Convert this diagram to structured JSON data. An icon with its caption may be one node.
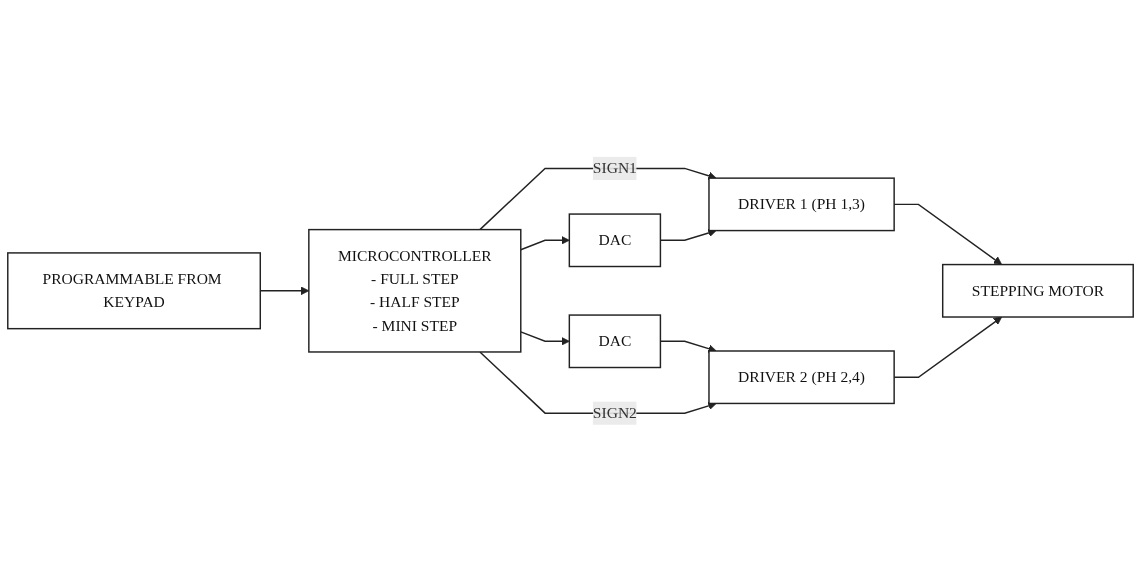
{
  "diagram": {
    "nodes": [
      {
        "text": [
          "PROGRAMMABLE FROM KEYPAD"
        ]
      },
      {
        "text": [
          "MICROCONTROLLER",
          "- FULL STEP",
          "- HALF STEP",
          "- MINI STEP"
        ]
      },
      {
        "text": [
          "DAC"
        ]
      },
      {
        "text": [
          "DRIVER 1 (PH 1,3)"
        ]
      },
      {
        "text": [
          "DAC"
        ]
      },
      {
        "text": [
          "DRIVER 2 (PH 2,4)"
        ]
      },
      {
        "text": [
          "STEPPING MOTOR"
        ]
      }
    ],
    "edges": [
      {
        "from": 0,
        "to": 1,
        "arrow": "to"
      },
      {
        "from": 1,
        "to": 3,
        "arrow": "to",
        "label": "SIGN1"
      },
      {
        "from": 1,
        "to": 2,
        "arrow": "to"
      },
      {
        "from": 2,
        "to": 3,
        "arrow": "to"
      },
      {
        "from": 3,
        "to": 6,
        "arrow": "to"
      },
      {
        "from": 1,
        "to": 4,
        "arrow": "to"
      },
      {
        "from": 4,
        "to": 5,
        "arrow": "to"
      },
      {
        "from": 5,
        "to": 6,
        "arrow": "to"
      },
      {
        "from": 1,
        "to": 5,
        "arrow": "to",
        "label": "SIGN2"
      }
    ]
  }
}
